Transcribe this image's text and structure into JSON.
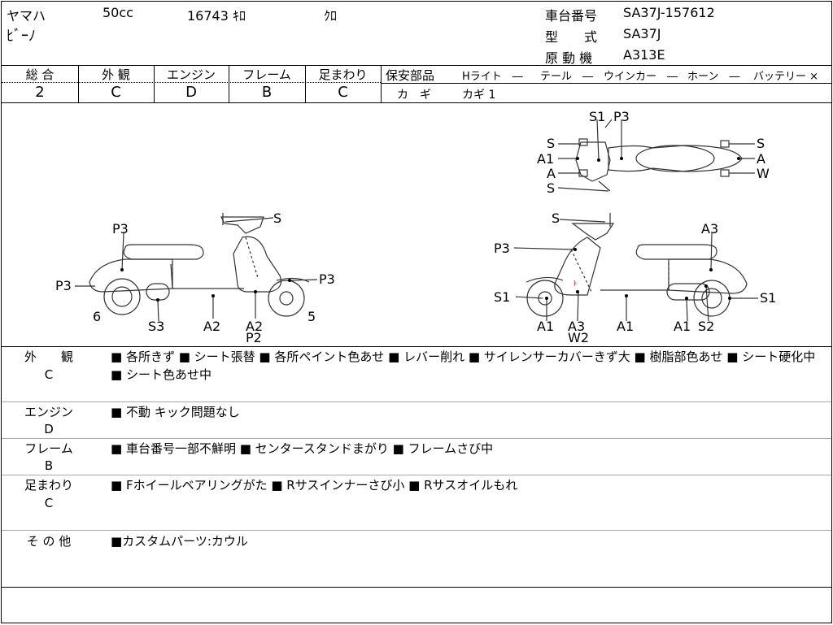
{
  "header": {
    "maker": "ヤマハ",
    "displacement": "50cc",
    "mileage": "16743 ｷﾛ",
    "color": "ｸﾛ",
    "model_name": "ﾋﾞｰﾉ",
    "frame_no_label": "車台番号",
    "frame_no": "SA37J-157612",
    "type_label": "型　　式",
    "type": "SA37J",
    "engine_label": "原 動 機",
    "engine": "A313E"
  },
  "grades": {
    "overall_label": "総 合",
    "overall": "2",
    "exterior_label": "外 観",
    "exterior": "C",
    "engine_label": "エンジン",
    "engine": "D",
    "frame_label": "フレーム",
    "frame": "B",
    "suspension_label": "足まわり",
    "suspension": "C"
  },
  "safety": {
    "label": "保安部品",
    "headlight": "Hライト　―",
    "taillight": "テール　―",
    "winker": "ウインカー　―",
    "horn": "ホーン　―",
    "battery": "バッテリー ×",
    "key_label": "カ　ギ",
    "key_value": "カギ 1"
  },
  "diagram": {
    "left_labels": [
      "P3",
      "S",
      "P3",
      "P3",
      "6",
      "S3",
      "A2",
      "A2",
      "P2",
      "5"
    ],
    "right_labels": [
      "S",
      "A3",
      "P3",
      "S1",
      "A1",
      "A3",
      "W2",
      "A1",
      "A1",
      "S2",
      "S1"
    ],
    "top_labels": [
      "S1",
      "P3",
      "S",
      "A1",
      "A",
      "S",
      "S",
      "A",
      "W"
    ]
  },
  "sections": [
    {
      "title": "外　　観",
      "grade": "C",
      "text": "■ 各所きず ■ シート張替 ■ 各所ペイント色あせ ■ レバー削れ ■ サイレンサーカバーきず大 ■ 樹脂部色あせ ■ シート硬化中 ■ シート色あせ中"
    },
    {
      "title": "エンジン",
      "grade": "D",
      "text": "■ 不動 キック問題なし"
    },
    {
      "title": "フレーム",
      "grade": "B",
      "text": "■ 車台番号一部不鮮明 ■ センタースタンドまがり ■ フレームさび中"
    },
    {
      "title": "足まわり",
      "grade": "C",
      "text": "■ Fホイールベアリングがた ■ Rサスインナーさび小 ■ Rサスオイルもれ"
    },
    {
      "title": "そ の 他",
      "grade": "",
      "text": "■カスタムパーツ:カウル"
    }
  ]
}
